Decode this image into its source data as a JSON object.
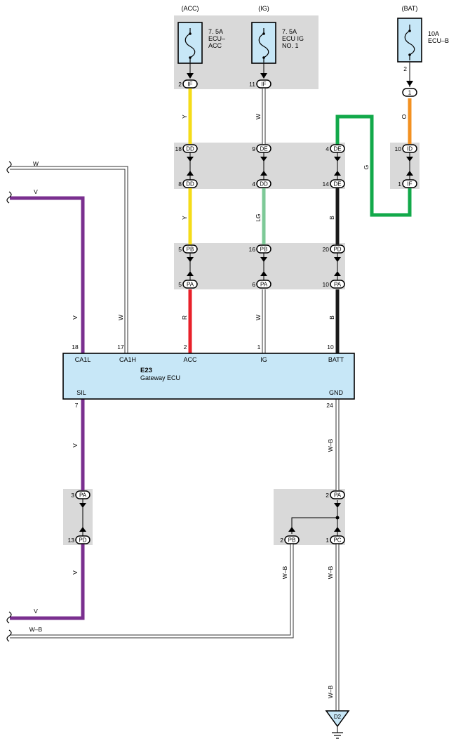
{
  "colors": {
    "purple": "#7a2f8f",
    "yellow": "#f5dc18",
    "red": "#e8202a",
    "green": "#12a94a",
    "light_green": "#7dc997",
    "orange": "#f39121",
    "black": "#1a1a1a",
    "gray_block": "#d9d9d9",
    "ecu_fill": "#c7e7f7"
  },
  "fuses": {
    "acc": {
      "header": "(ACC)",
      "lines": [
        "7. 5A",
        "ECU–",
        "ACC"
      ],
      "pin": "2",
      "conn": "IF"
    },
    "ig": {
      "header": "(IG)",
      "lines": [
        "7. 5A",
        "ECU IG",
        "NO. 1"
      ],
      "pin": "11",
      "conn": "IF"
    },
    "bat": {
      "header": "(BAT)",
      "lines": [
        "10A",
        "ECU–B"
      ],
      "pin": "2",
      "conn": "1"
    }
  },
  "connectors": {
    "row1_top": [
      {
        "pin": "18",
        "conn": "DD"
      },
      {
        "pin": "9",
        "conn": "DE"
      },
      {
        "pin": "4",
        "conn": "DE"
      },
      {
        "pin": "10",
        "conn": "ID"
      }
    ],
    "row1_bottom": [
      {
        "pin": "8",
        "conn": "DD"
      },
      {
        "pin": "4",
        "conn": "DD"
      },
      {
        "pin": "14",
        "conn": "DE"
      },
      {
        "pin": "1",
        "conn": "IF"
      }
    ],
    "row2_top": [
      {
        "pin": "5",
        "conn": "PB"
      },
      {
        "pin": "16",
        "conn": "PB"
      },
      {
        "pin": "20",
        "conn": "PD"
      }
    ],
    "row2_bottom": [
      {
        "pin": "5",
        "conn": "PA"
      },
      {
        "pin": "6",
        "conn": "PA"
      },
      {
        "pin": "10",
        "conn": "PA"
      }
    ],
    "left_top": {
      "pin": "3",
      "conn": "PA"
    },
    "left_bottom": {
      "pin": "13",
      "conn": "PD"
    },
    "right_top": {
      "pin": "2",
      "conn": "PA"
    },
    "right_b1": {
      "pin": "2",
      "conn": "PB"
    },
    "right_b2": {
      "pin": "1",
      "conn": "PC"
    }
  },
  "wire_colors": {
    "acc_upper": "Y",
    "ig_upper": "W",
    "bat_upper": "O",
    "acc_mid": "Y",
    "ig_mid": "LG",
    "bat_green": "G",
    "batt_mid": "B",
    "acc_low": "R",
    "ig_low": "W",
    "batt_low": "B",
    "ca1l": "V",
    "ca1h": "W",
    "left_w_break": "W",
    "left_v_break": "V",
    "sil": "V",
    "sil_low": "V",
    "bottom_v": "V",
    "bottom_wb": "W–B",
    "gnd1": "W–B",
    "gnd_pb": "W–B",
    "gnd_pc": "W–B",
    "gnd_low": "W–B"
  },
  "ecu": {
    "code": "E23",
    "name": "Gateway ECU",
    "top_pins": [
      {
        "num": "18",
        "label": "CA1L"
      },
      {
        "num": "17",
        "label": "CA1H"
      },
      {
        "num": "2",
        "label": "ACC"
      },
      {
        "num": "1",
        "label": "IG"
      },
      {
        "num": "10",
        "label": "BATT"
      }
    ],
    "bottom_pins": [
      {
        "num": "7",
        "label": "SIL"
      },
      {
        "num": "24",
        "label": "GND"
      }
    ]
  },
  "ground": {
    "label": "D2"
  }
}
